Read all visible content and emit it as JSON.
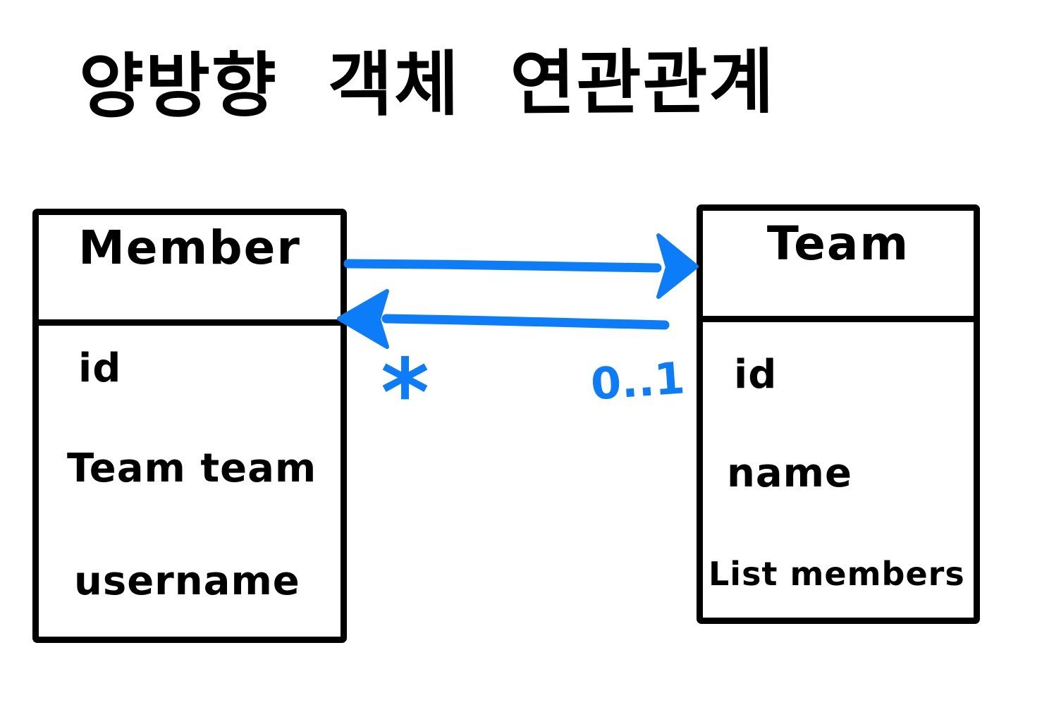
{
  "title": "양방향 객체 연관관계",
  "member": {
    "name": "Member",
    "fields": [
      "id",
      "Team team",
      "username"
    ]
  },
  "team": {
    "name": "Team",
    "fields": [
      "id",
      "name",
      "List members"
    ]
  },
  "relation": {
    "member_multiplicity": "*",
    "team_multiplicity": "0..1",
    "arrows": [
      {
        "name": "member-to-team",
        "direction": "right"
      },
      {
        "name": "team-to-member",
        "direction": "left"
      }
    ]
  },
  "colors": {
    "ink": "#000000",
    "accent": "#0d7cf8",
    "background": "#ffffff"
  }
}
